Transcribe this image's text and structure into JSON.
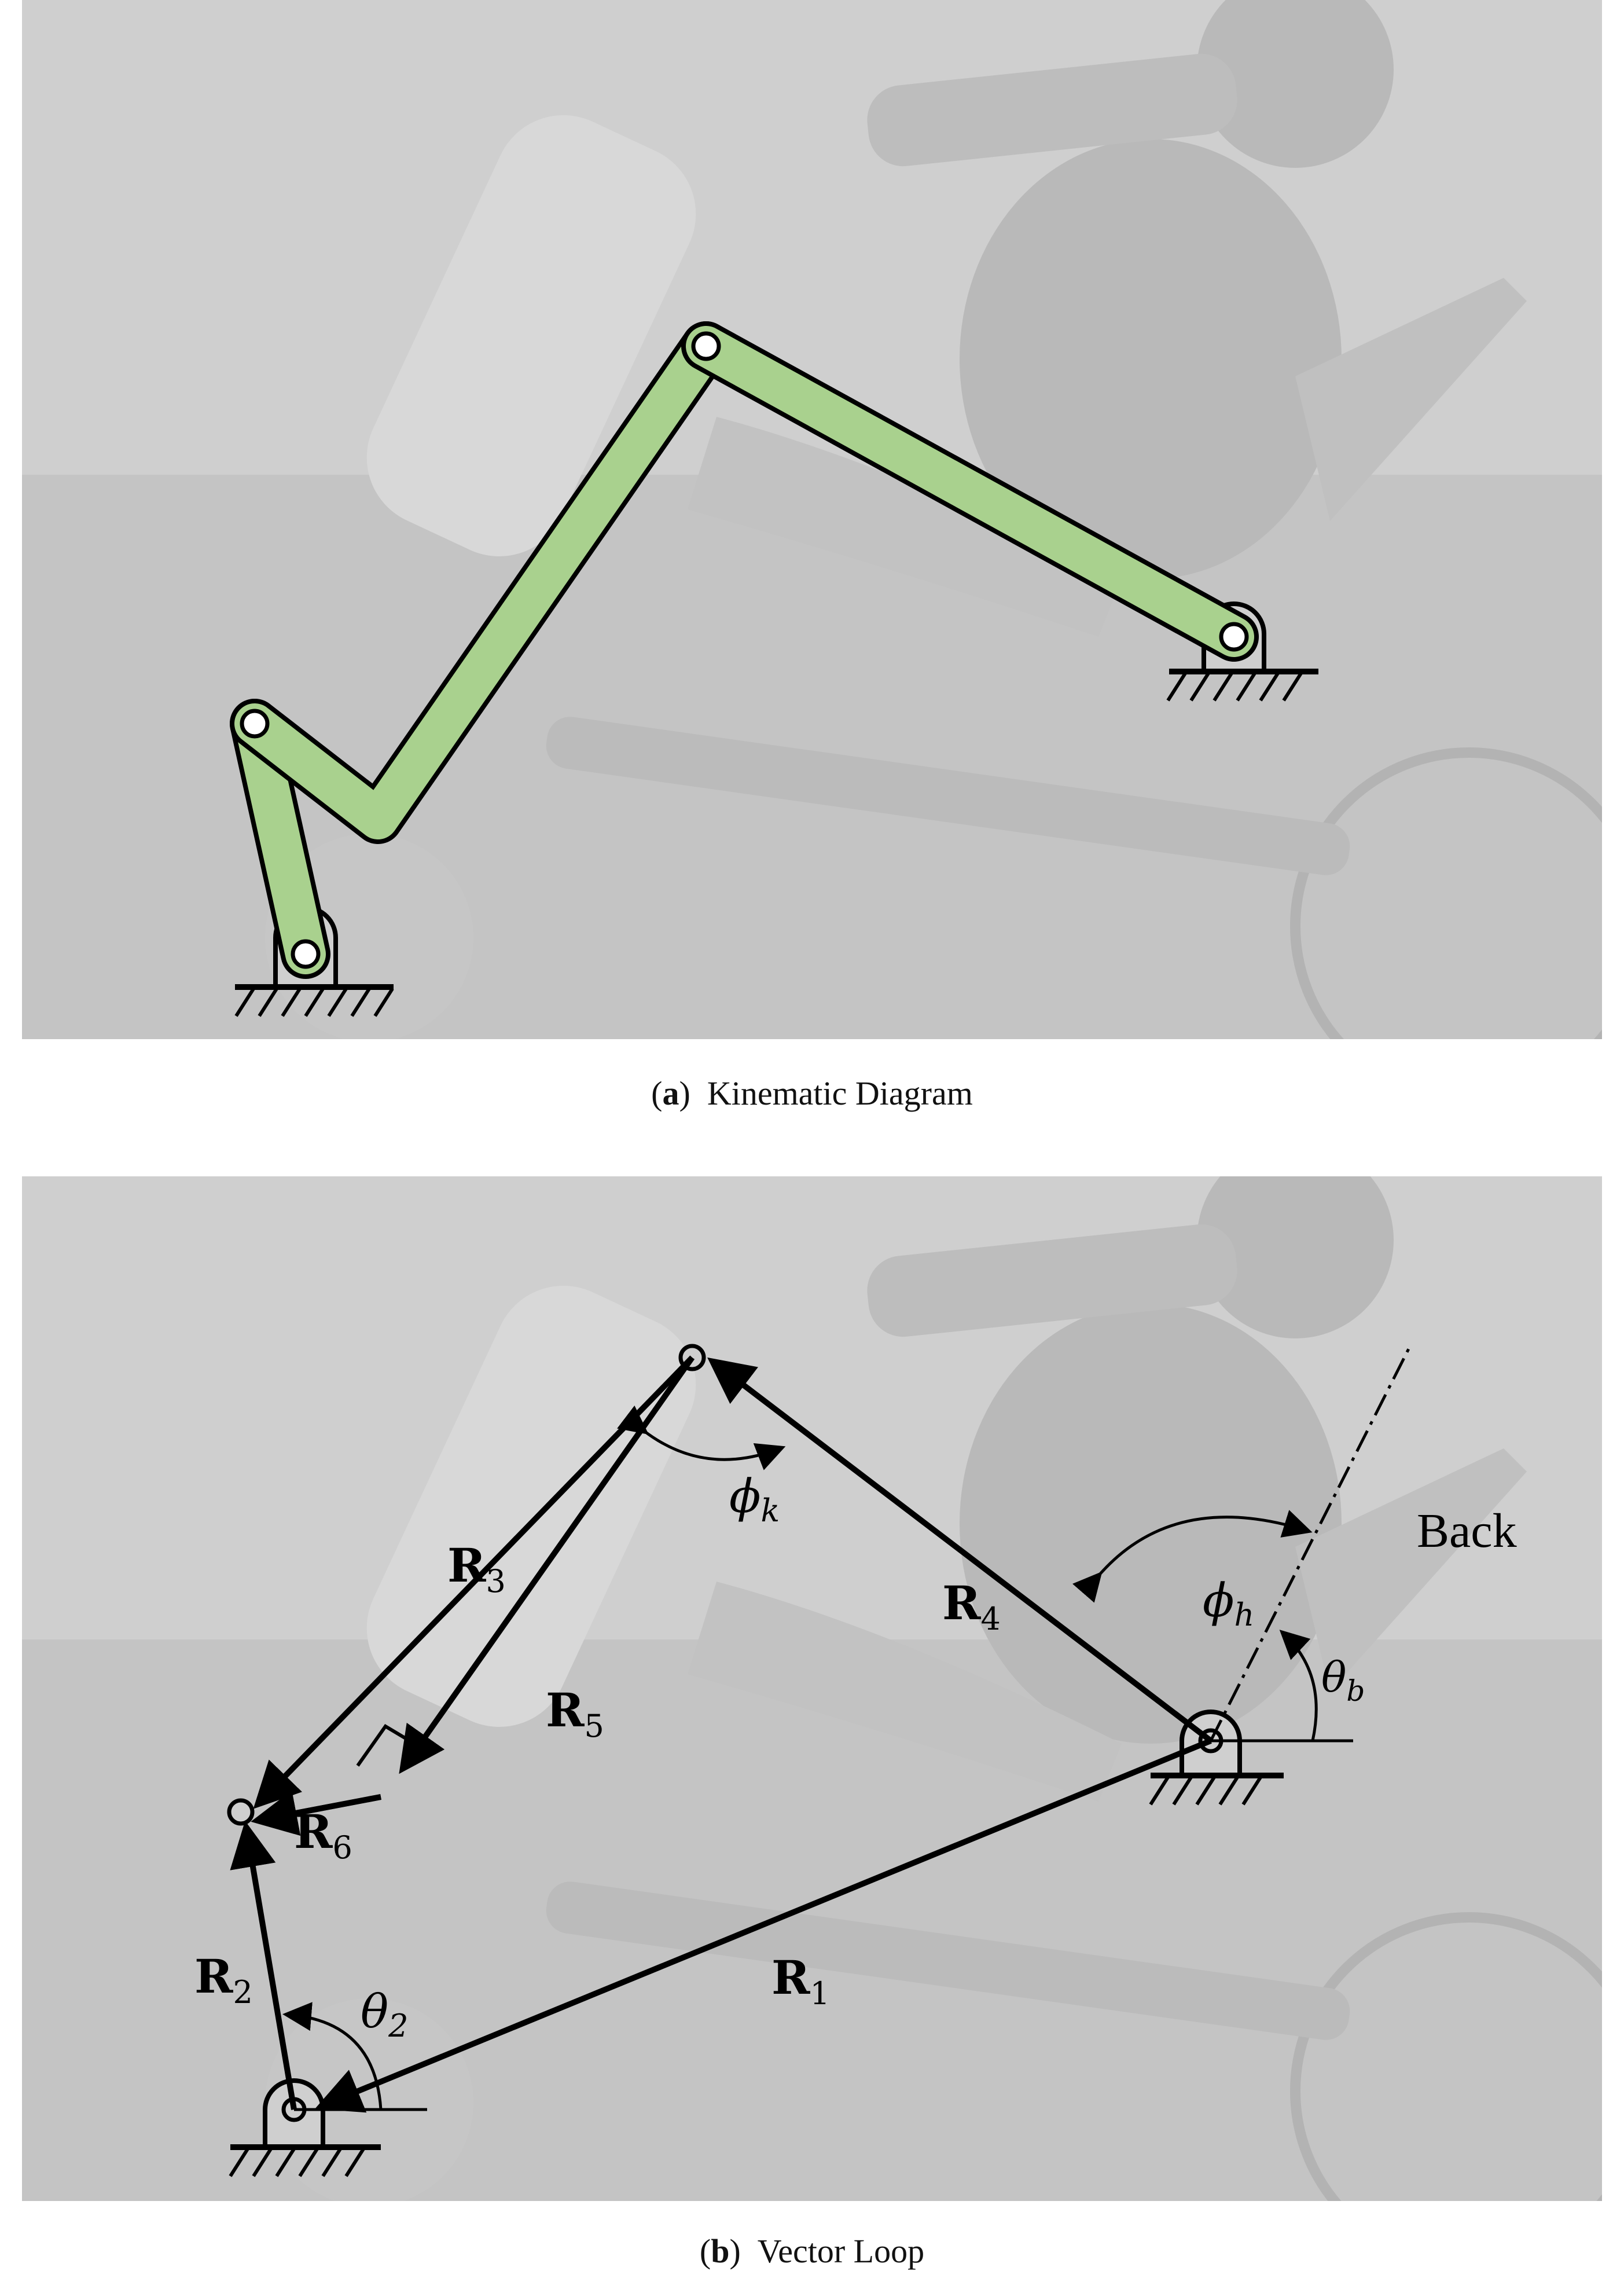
{
  "panel_a": {
    "caption_letter": "a",
    "caption_text": "Kinematic Diagram"
  },
  "panel_b": {
    "caption_letter": "b",
    "caption_text": "Vector Loop",
    "labels": {
      "r1": "R",
      "r1_sub": "1",
      "r2": "R",
      "r2_sub": "2",
      "r3": "R",
      "r3_sub": "3",
      "r4": "R",
      "r4_sub": "4",
      "r5": "R",
      "r5_sub": "5",
      "r6": "R",
      "r6_sub": "6",
      "phi_k": "ϕ",
      "phi_k_sub": "k",
      "phi_h": "ϕ",
      "phi_h_sub": "h",
      "theta_b": "θ",
      "theta_b_sub": "b",
      "theta_2": "θ",
      "theta_2_sub": "2",
      "back": "Back"
    }
  },
  "colors": {
    "link_fill": "#a9d18e",
    "link_stroke": "#000000",
    "photo_bg": "#cfcfcf"
  }
}
